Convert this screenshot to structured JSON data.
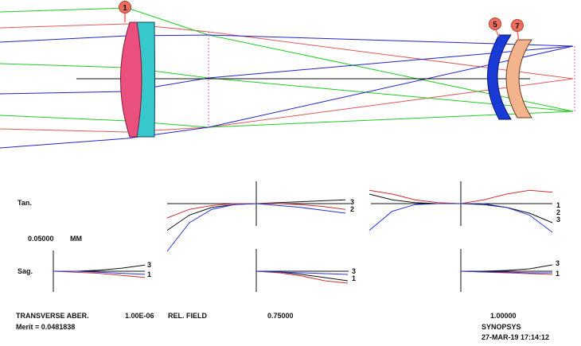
{
  "colors": {
    "red_ray": "#e05a5a",
    "green_ray": "#22cc22",
    "blue_ray": "#2222cc",
    "axis": "#111111",
    "lens1_front": "#ea4f7e",
    "lens1_back": "#37c8cc",
    "lens5": "#1a3ad6",
    "lens7": "#f1b48c",
    "badge": "#ee6e5e",
    "curve_black": "#111111",
    "curve_red": "#cc3333",
    "curve_blue": "#2233dd"
  },
  "layout": {
    "surface_labels": [
      "1",
      "5",
      "7"
    ]
  },
  "labels": {
    "tan": "Tan.",
    "sag": "Sag.",
    "scale_value": "0.05000",
    "scale_unit": "MM",
    "transverse_aber": "TRANSVERSE ABER.",
    "wavelength": "1.00E-06",
    "rel_field": "REL. FIELD",
    "field_075": "0.75000",
    "field_100": "1.00000",
    "merit": "Merit = 0.0481838",
    "program": "SYNOPSYS",
    "date": "27-MAR-19  17:14:12"
  },
  "curve_labels": {
    "tan_mid": [
      "3",
      "2"
    ],
    "tan_right": [
      "1",
      "2",
      "3"
    ],
    "sag_left": [
      "3",
      "1"
    ],
    "sag_mid": [
      "3",
      "1"
    ],
    "sag_right": [
      "3",
      "1"
    ]
  },
  "chart_data": [
    {
      "type": "line",
      "x": [
        -1,
        -0.75,
        -0.5,
        -0.25,
        0,
        0.25,
        0.5,
        0.75,
        1
      ],
      "series": [
        {
          "values": [
            -0.028,
            -0.012,
            -0.004,
            -0.001,
            0,
            0.001,
            0.002,
            0.003,
            0.004
          ]
        },
        {
          "values": [
            -0.015,
            -0.006,
            -0.002,
            0.0,
            0,
            0.0,
            -0.001,
            -0.003,
            -0.006
          ]
        },
        {
          "values": [
            -0.05,
            -0.02,
            -0.006,
            -0.001,
            0,
            -0.002,
            -0.004,
            -0.007,
            -0.01
          ]
        }
      ]
    },
    {
      "type": "line",
      "x": [
        -1,
        -0.75,
        -0.5,
        -0.25,
        0,
        0.25,
        0.5,
        0.75,
        1
      ],
      "series": [
        {
          "values": [
            0.01,
            0.004,
            0.001,
            0.0,
            0,
            -0.001,
            -0.004,
            -0.01,
            -0.02
          ]
        },
        {
          "values": [
            0.014,
            0.01,
            0.004,
            0.001,
            0,
            0.004,
            0.01,
            0.014,
            0.012
          ]
        },
        {
          "values": [
            -0.028,
            -0.008,
            -0.001,
            0.0,
            0,
            0.0,
            -0.004,
            -0.012,
            -0.03
          ]
        }
      ]
    },
    {
      "type": "line",
      "x": [
        0,
        0.25,
        0.5,
        0.75,
        1
      ],
      "series": [
        {
          "values": [
            0,
            0.0,
            0.001,
            0.003,
            0.006
          ]
        },
        {
          "values": [
            0,
            -0.001,
            -0.002,
            -0.004,
            -0.006
          ]
        },
        {
          "values": [
            0,
            0.0,
            -0.001,
            -0.002,
            -0.003
          ]
        }
      ]
    },
    {
      "type": "line",
      "x": [
        0,
        0.25,
        0.5,
        0.75,
        1
      ],
      "series": [
        {
          "values": [
            0,
            -0.001,
            -0.004,
            -0.008,
            -0.012
          ]
        },
        {
          "values": [
            0,
            -0.002,
            -0.006,
            -0.012,
            -0.015
          ]
        },
        {
          "values": [
            0,
            -0.001,
            -0.002,
            -0.003,
            -0.004
          ]
        }
      ]
    },
    {
      "type": "line",
      "x": [
        0,
        0.25,
        0.5,
        0.75,
        1
      ],
      "series": [
        {
          "values": [
            0,
            0.0,
            0.001,
            0.003,
            0.008
          ]
        },
        {
          "values": [
            0,
            -0.001,
            -0.002,
            -0.003,
            -0.004
          ]
        },
        {
          "values": [
            0,
            -0.001,
            -0.001,
            -0.002,
            -0.002
          ]
        }
      ]
    }
  ]
}
